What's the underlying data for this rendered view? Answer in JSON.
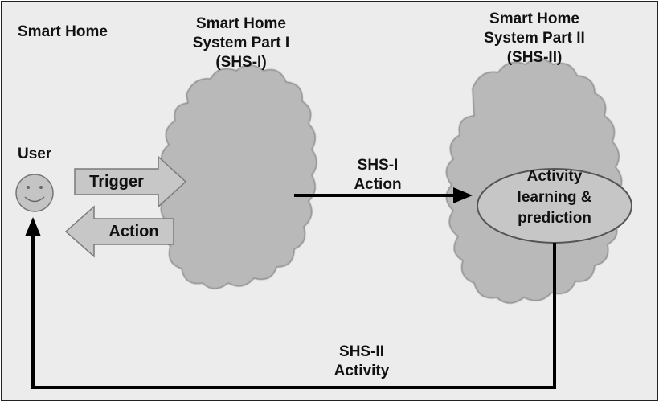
{
  "diagram": {
    "frame_title": "Smart Home",
    "shs1": {
      "title_line1": "Smart Home",
      "title_line2": "System Part I",
      "title_line3": "(SHS-I)"
    },
    "shs2": {
      "title_line1": "Smart Home",
      "title_line2": "System Part II",
      "title_line3": "(SHS-II)"
    },
    "user_label": "User",
    "trigger_label": "Trigger",
    "action_label": "Action",
    "shs1_action": {
      "line1": "SHS-I",
      "line2": "Action"
    },
    "activity_box": {
      "line1": "Activity",
      "line2": "learning &",
      "line3": "prediction"
    },
    "shs2_activity": {
      "line1": "SHS-II",
      "line2": "Activity"
    }
  },
  "colors": {
    "background": "#ececec",
    "cloud_fill": "#b9b9b9",
    "block_arrow": "#c7c7c7",
    "ellipse_fill": "#c6c6c6",
    "line": "#000000"
  }
}
